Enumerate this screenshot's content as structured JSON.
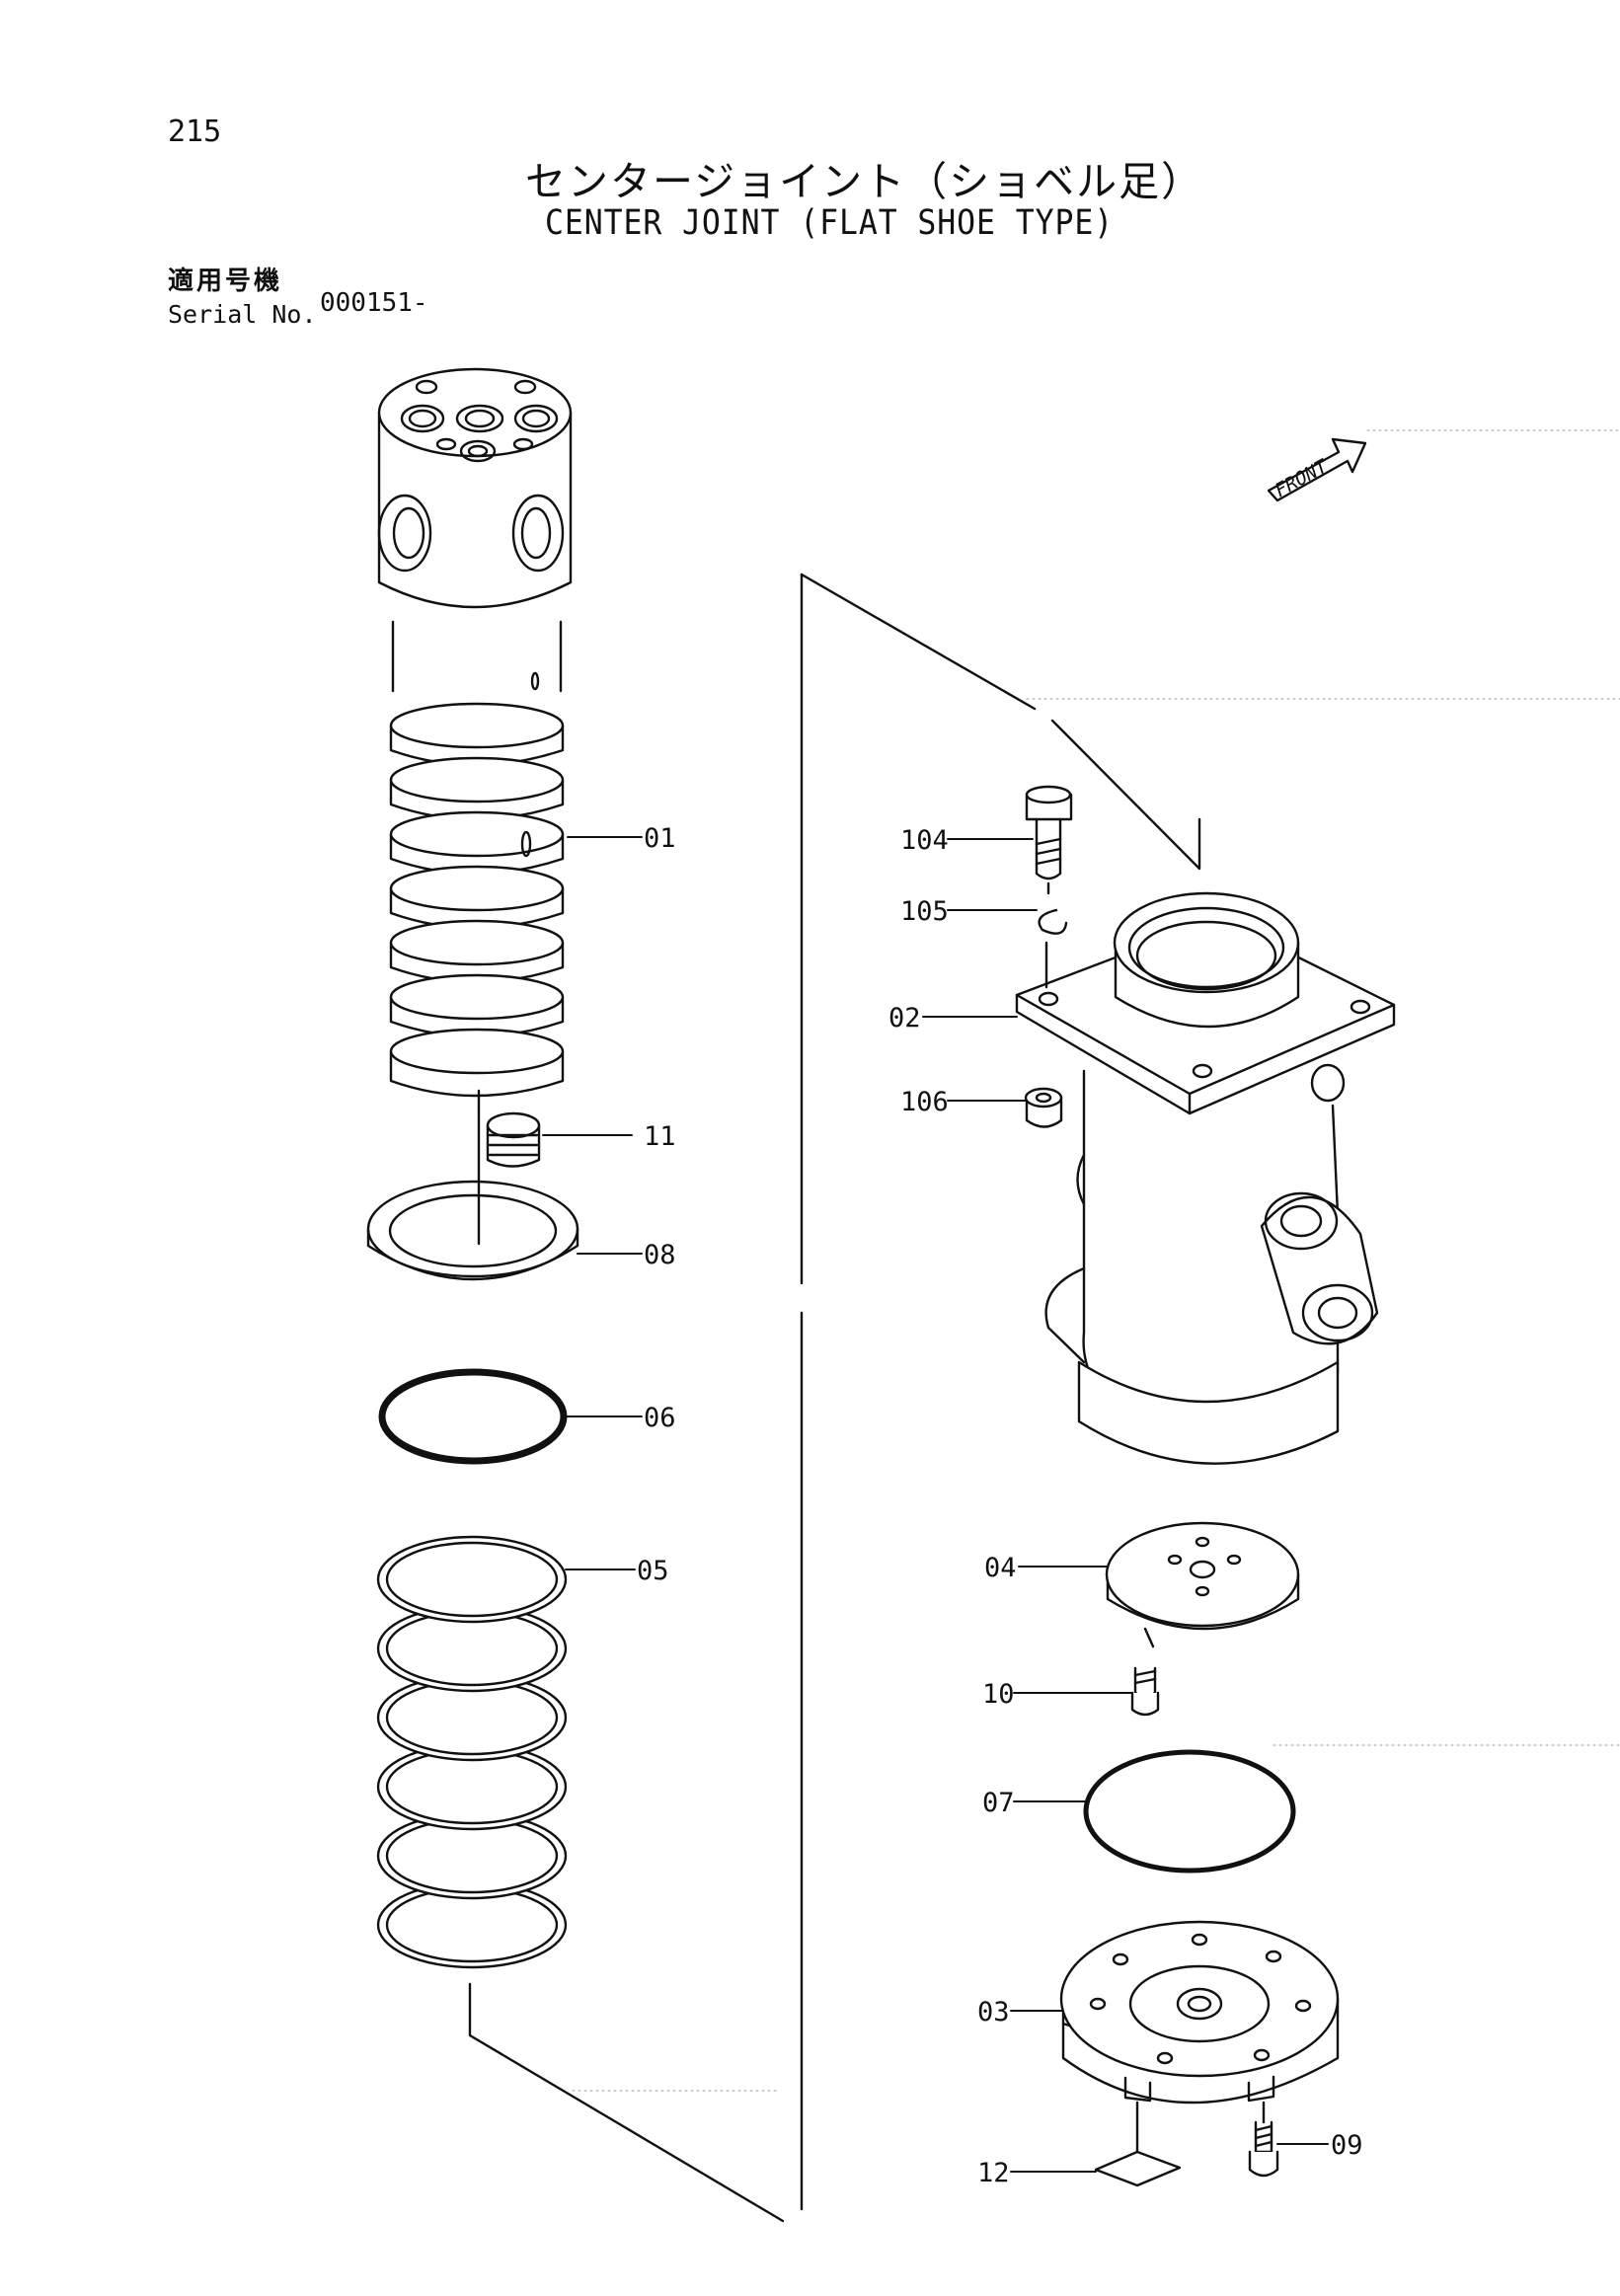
{
  "page": {
    "number": "215",
    "title_jp": "センタージョイント（ショベル足）",
    "title_en": "CENTER JOINT (FLAT SHOE TYPE)",
    "serial_label_jp": "適用号機",
    "serial_label_en": "Serial No.",
    "serial_value": "000151-"
  },
  "indicator": {
    "front_label": "FRONT"
  },
  "parts": {
    "p01": "01",
    "p02": "02",
    "p03": "03",
    "p04": "04",
    "p05": "05",
    "p06": "06",
    "p07": "07",
    "p08": "08",
    "p09": "09",
    "p10": "10",
    "p11": "11",
    "p12": "12",
    "p104": "104",
    "p105": "105",
    "p106": "106"
  }
}
